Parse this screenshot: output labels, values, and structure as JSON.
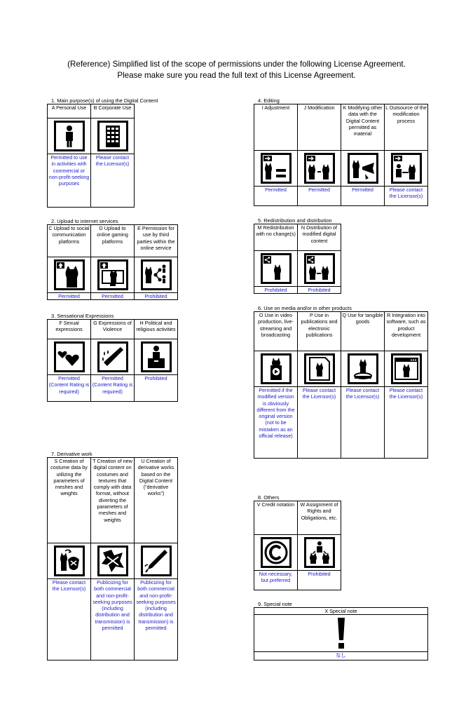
{
  "header": {
    "line1": "(Reference) Simplified list of the scope of permissions under the following License Agreement.",
    "line2": "Please make sure you read the full text of this License Agreement."
  },
  "s1": {
    "title": "1. Main purpose(s) of using the Digital Content",
    "labels": [
      "A Personal Use",
      "B Corporate Use"
    ],
    "perms": [
      "Permitted to use in activities with commercial or non-profit-seeking purposes",
      "Please contact the Licensor(s)"
    ],
    "icons": [
      "person-icon",
      "building-icon"
    ]
  },
  "s2": {
    "title": "2. Upload to internet services",
    "labels": [
      "C Upload to social communication platforms",
      "D Upload to online gaming platforms",
      "E Permission for use by third parties within the online service"
    ],
    "perms": [
      "Permitted",
      "Permitted",
      "Prohibited"
    ],
    "icons": [
      "upload-social-icon",
      "upload-gaming-icon",
      "third-party-share-icon"
    ]
  },
  "s3": {
    "title": "3. Sensational Expressions",
    "labels": [
      "F Sexual expressions",
      "G Expressions of Violence",
      "H Political and religious activities"
    ],
    "perms": [
      "Permitted (Content Rating is required)",
      "Permitted (Content Rating is required)",
      "Prohibited"
    ],
    "icons": [
      "hearts-icon",
      "knife-icon",
      "podium-icon"
    ]
  },
  "s4": {
    "title": "4. Editing",
    "labels": [
      "I Adjustment",
      "J Modification",
      "K Modifying other data with the Digital Content permitted as material",
      "L Outsource of the modification process"
    ],
    "perms": [
      "Permitted",
      "Permitted",
      "Permitted",
      "Please contact the Licensor(s)"
    ],
    "icons": [
      "adjustment-icon",
      "modification-icon",
      "combine-data-icon",
      "outsource-icon"
    ]
  },
  "s5": {
    "title": "5. Redistribution and distribution",
    "labels": [
      "M Redistribution with no change(s)",
      "N Distribution of modified digital content"
    ],
    "perms": [
      "Prohibited",
      "Prohibited"
    ],
    "icons": [
      "redistribute-icon",
      "distribute-modified-icon"
    ]
  },
  "s6": {
    "title": "6. Use on media and/or in other products",
    "labels": [
      "O Use in video production, live-streaming and broadcasting",
      "P Use in publications and electronic publications",
      "Q Use for tangible goods",
      "R Integration into software, such as product development"
    ],
    "perms": [
      "Permitted if the modified version is obviously different from the original version (not to be mistaken as an official release)",
      "Please contact the Licensor(s)",
      "Please contact the Licensor(s)",
      "Please contact the Licensor(s)"
    ],
    "icons": [
      "video-icon",
      "publication-icon",
      "goods-icon",
      "software-icon"
    ]
  },
  "s7": {
    "title": "7. Derivative work",
    "labels": [
      "S Creation of costume data by utilizing the parameters of meshes and weights",
      "T Creation of new digital content on costumes and textures that comply with data format, without diverting the parameters of meshes and weights",
      "U Creation of derivative works based on the Digital Content (“derivative works”)"
    ],
    "perms": [
      "Please contact the Licensor(s)",
      "Publicizing for both commercial and non-profit-seeking purposes (including distribution and transmission) is permitted",
      "Publicizing for both commercial and non-profit-seeking purposes (including distribution and transmission) is permitted"
    ],
    "icons": [
      "costume-icon",
      "fabric-icon",
      "pen-icon"
    ]
  },
  "s8": {
    "title": "8. Others",
    "labels": [
      "V Credit notation",
      "W Assignment of Rights and Obligations, etc."
    ],
    "perms": [
      "Not necessary, but preferred",
      "Prohibited"
    ],
    "icons": [
      "copyright-icon",
      "assignment-icon"
    ]
  },
  "s9": {
    "title": "9. Special note",
    "label": "X Special note",
    "note": "なし",
    "icon": "exclamation-icon"
  }
}
